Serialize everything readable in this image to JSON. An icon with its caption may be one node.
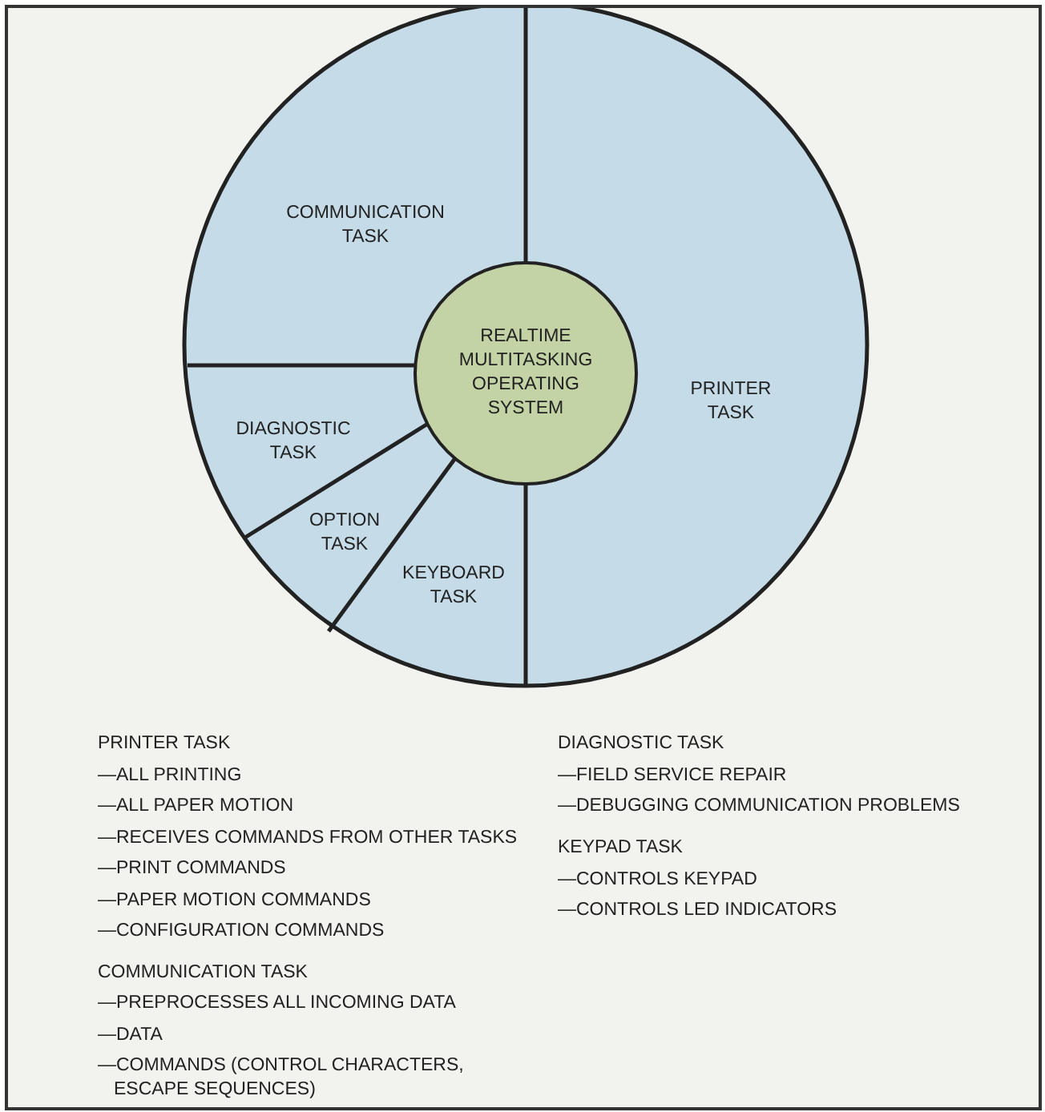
{
  "diagram": {
    "nodes": [
      {
        "text": [
          "COMMUNICATION TASK"
        ]
      },
      {
        "text": [
          "PRINTER TASK"
        ]
      },
      {
        "text": [
          "REALTIME MULTITASKING OPERATING SYSTEM"
        ]
      },
      {
        "text": [
          "DIAGNOSTIC TASK"
        ]
      },
      {
        "text": [
          "OPTION TASK"
        ]
      },
      {
        "text": [
          "KEYBOARD TASK"
        ]
      }
    ],
    "labels": [
      "PRINTER TASK",
      "—ALL PRINTING",
      "—ALL PAPER MOTION",
      "—RECEIVES COMMANDS FROM OTHER TASKS",
      "—PRINT COMMANDS",
      "—PAPER MOTION COMMANDS",
      "—CONFIGURATION COMMANDS",
      "COMMUNICATION TASK",
      "—PREPROCESSES ALL INCOMING DATA",
      "—DATA",
      "—COMMANDS (CONTROL CHARACTERS, ESCAPE SEQUENCES)",
      "DIAGNOSTIC TASK",
      "—FIELD SERVICE REPAIR",
      "—DEBUGGING COMMUNICATION PROBLEMS",
      "KEYPAD TASK",
      "—CONTROLS KEYPAD",
      "—CONTROLS LED INDICATORS"
    ]
  }
}
